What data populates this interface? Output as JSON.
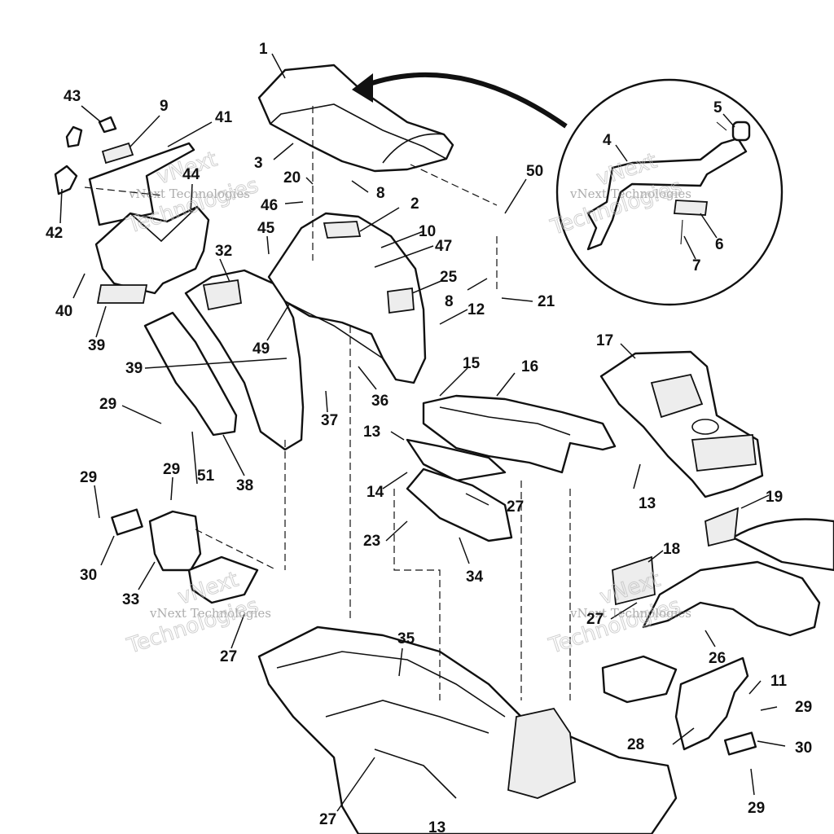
{
  "diagram": {
    "callouts": [
      {
        "id": "c1",
        "label": "1"
      },
      {
        "id": "c2",
        "label": "2"
      },
      {
        "id": "c3",
        "label": "3"
      },
      {
        "id": "c4",
        "label": "4"
      },
      {
        "id": "c5",
        "label": "5"
      },
      {
        "id": "c6",
        "label": "6"
      },
      {
        "id": "c7",
        "label": "7"
      },
      {
        "id": "c8a",
        "label": "8"
      },
      {
        "id": "c8b",
        "label": "8"
      },
      {
        "id": "c9",
        "label": "9"
      },
      {
        "id": "c10",
        "label": "10"
      },
      {
        "id": "c11",
        "label": "11"
      },
      {
        "id": "c12",
        "label": "12"
      },
      {
        "id": "c13a",
        "label": "13"
      },
      {
        "id": "c13b",
        "label": "13"
      },
      {
        "id": "c13c",
        "label": "13"
      },
      {
        "id": "c14",
        "label": "14"
      },
      {
        "id": "c15",
        "label": "15"
      },
      {
        "id": "c16",
        "label": "16"
      },
      {
        "id": "c17",
        "label": "17"
      },
      {
        "id": "c18",
        "label": "18"
      },
      {
        "id": "c19",
        "label": "19"
      },
      {
        "id": "c20",
        "label": "20"
      },
      {
        "id": "c21",
        "label": "21"
      },
      {
        "id": "c23",
        "label": "23"
      },
      {
        "id": "c25",
        "label": "25"
      },
      {
        "id": "c26",
        "label": "26"
      },
      {
        "id": "c27a",
        "label": "27"
      },
      {
        "id": "c27b",
        "label": "27"
      },
      {
        "id": "c27c",
        "label": "27"
      },
      {
        "id": "c27d",
        "label": "27"
      },
      {
        "id": "c28",
        "label": "28"
      },
      {
        "id": "c29a",
        "label": "29"
      },
      {
        "id": "c29b",
        "label": "29"
      },
      {
        "id": "c29c",
        "label": "29"
      },
      {
        "id": "c29d",
        "label": "29"
      },
      {
        "id": "c29e",
        "label": "29"
      },
      {
        "id": "c30a",
        "label": "30"
      },
      {
        "id": "c30b",
        "label": "30"
      },
      {
        "id": "c32",
        "label": "32"
      },
      {
        "id": "c33",
        "label": "33"
      },
      {
        "id": "c34",
        "label": "34"
      },
      {
        "id": "c35",
        "label": "35"
      },
      {
        "id": "c36",
        "label": "36"
      },
      {
        "id": "c37",
        "label": "37"
      },
      {
        "id": "c38",
        "label": "38"
      },
      {
        "id": "c39a",
        "label": "39"
      },
      {
        "id": "c39b",
        "label": "39"
      },
      {
        "id": "c40",
        "label": "40"
      },
      {
        "id": "c41",
        "label": "41"
      },
      {
        "id": "c42",
        "label": "42"
      },
      {
        "id": "c43",
        "label": "43"
      },
      {
        "id": "c44",
        "label": "44"
      },
      {
        "id": "c45",
        "label": "45"
      },
      {
        "id": "c46",
        "label": "46"
      },
      {
        "id": "c47",
        "label": "47"
      },
      {
        "id": "c49",
        "label": "49"
      },
      {
        "id": "c50",
        "label": "50"
      },
      {
        "id": "c51",
        "label": "51"
      }
    ],
    "watermark": {
      "line1": "vNext Technologies",
      "line2": "vNext",
      "line3": "Technologies"
    }
  }
}
